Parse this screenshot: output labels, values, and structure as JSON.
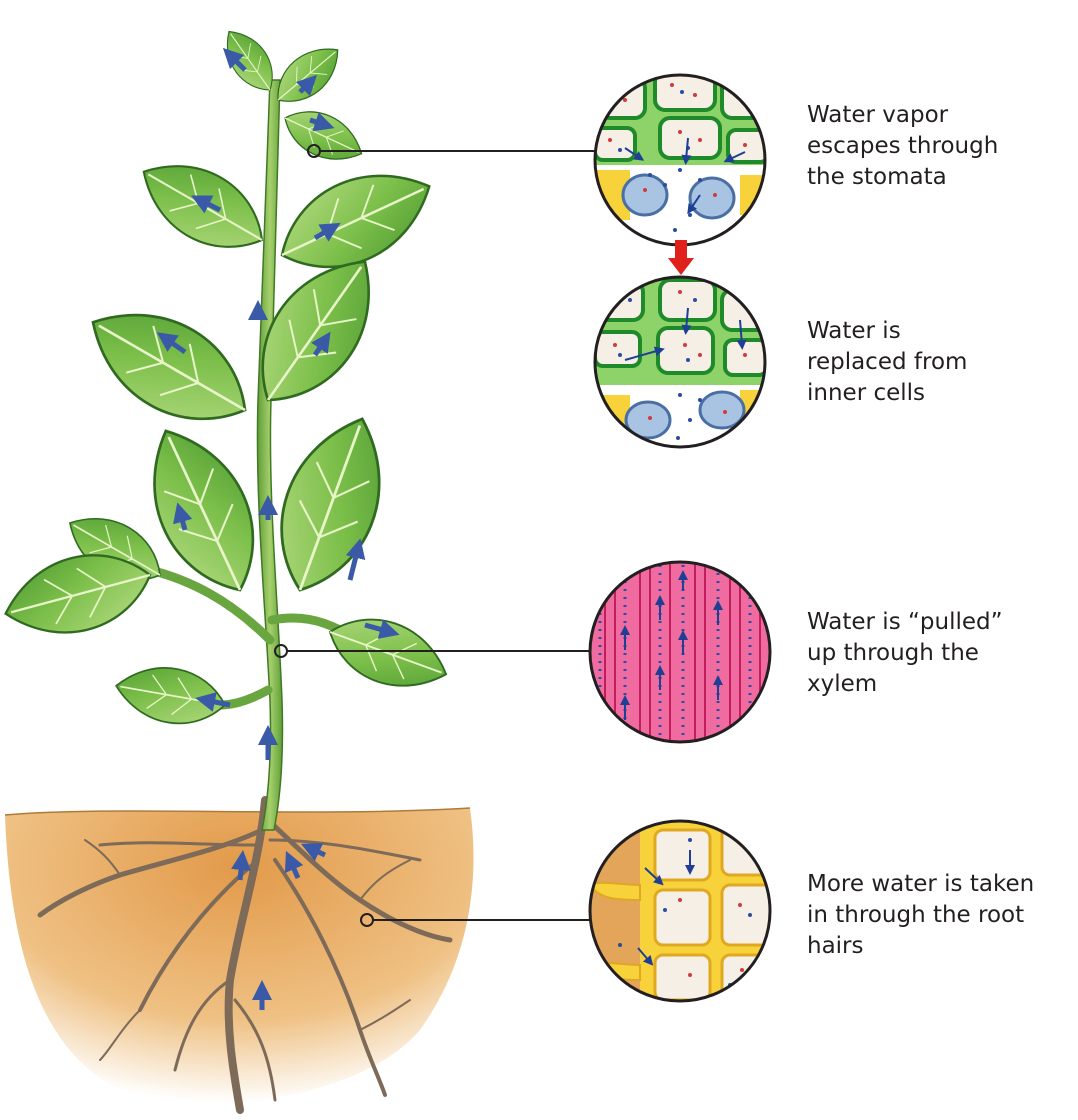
{
  "title": "",
  "colors": {
    "leaf": "#7cbf4a",
    "leaf_dark": "#3f8a2a",
    "stem": "#8bc057",
    "soil": "#e3a55a",
    "root": "#8a7562",
    "water_arrow": "#3a5aa8",
    "leader_line": "#231f20",
    "flow_arrow": "#e0201b",
    "cell_wall": "#1e8a2a",
    "cell_fill": "#8dd36a",
    "xylem_fill": "#f06ba0",
    "root_cell": "#f7d23a"
  },
  "labels": [
    {
      "id": "stomata",
      "lines": [
        "Water vapor",
        "escapes through",
        "the stomata"
      ]
    },
    {
      "id": "inner-cells",
      "lines": [
        "Water is",
        "replaced from",
        "inner cells"
      ]
    },
    {
      "id": "xylem",
      "lines": [
        "Water is “pulled”",
        "up through the",
        "xylem"
      ]
    },
    {
      "id": "root-hairs",
      "lines": [
        "More water is taken",
        "in through the root",
        "hairs"
      ]
    }
  ],
  "icons": [
    "leaf-icon",
    "stoma-cell-icon",
    "xylem-vessel-icon",
    "root-hair-icon",
    "down-arrow-icon"
  ]
}
